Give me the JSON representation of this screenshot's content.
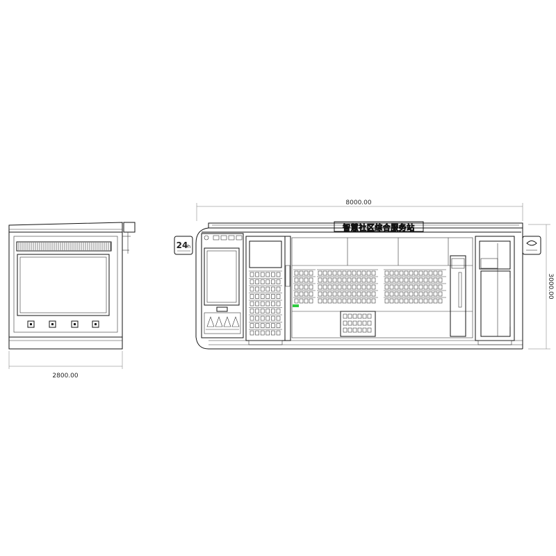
{
  "dimensions": {
    "side_width": "2800.00",
    "front_width": "8000.00",
    "front_height": "3000.00"
  },
  "signage": {
    "main_sign": "智慧社区综合服务站",
    "badge_left": "24",
    "badge_left_h": "h"
  },
  "colors": {
    "line": "#111111",
    "dim_line": "#777777",
    "accent_green": "#2ecc40"
  }
}
